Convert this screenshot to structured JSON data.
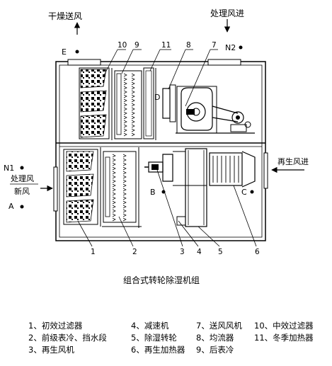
{
  "flows": {
    "dry_supply": "干燥送风",
    "process_in_top": "处理风进",
    "regen_in": "再生风进",
    "process_air": "处理风",
    "fresh_air": "新风"
  },
  "points": {
    "E": "E",
    "N2": "N2",
    "N1": "N1",
    "A": "A",
    "B": "B",
    "C": "C",
    "D": "D"
  },
  "callouts": {
    "n10": "10",
    "n9": "9",
    "n11": "11",
    "n8": "8",
    "n7": "7",
    "n1": "1",
    "n2": "2",
    "n3": "3",
    "n4": "4",
    "n5": "5",
    "n6": "6"
  },
  "caption": "组合式转轮除湿机组",
  "legend": [
    [
      "1、初效过滤器",
      "4、减速机",
      "7、送风风机",
      "10、中效过滤器"
    ],
    [
      "2、前级表冷、挡水段",
      "5、除湿转轮",
      "8、均流器",
      "11、冬季加热器"
    ],
    [
      "3、再生风机",
      "6、再生加热器",
      "9、后表冷",
      ""
    ]
  ]
}
